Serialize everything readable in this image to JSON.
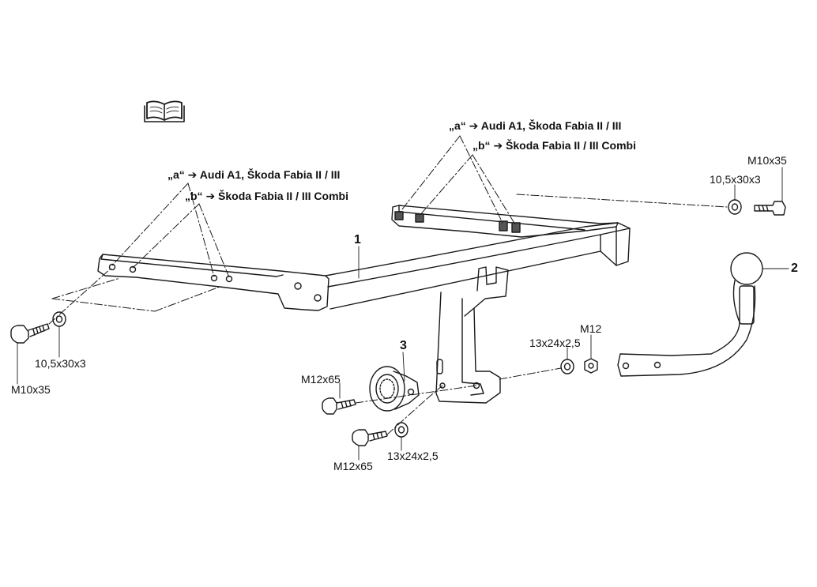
{
  "diagram": {
    "variant_labels_left": {
      "a": "„a“ ➔ Audi A1, Škoda Fabia II / III",
      "b": "„b“ ➔ Škoda Fabia II / III Combi"
    },
    "variant_labels_right": {
      "a": "„a“ ➔ Audi A1, Škoda Fabia II / III",
      "b": "„b“ ➔ Škoda Fabia II / III Combi"
    },
    "part_numbers": {
      "crossbar": "1",
      "ball": "2",
      "socket_plate": "3"
    },
    "hardware": {
      "left_bolt": "M10x35",
      "left_washer": "10,5x30x3",
      "right_bolt": "M10x35",
      "right_washer": "10,5x30x3",
      "plate_bolt": "M12x65",
      "lower_bolt": "M12x65",
      "lower_washer": "13x24x2,5",
      "nut_washer": "13x24x2,5",
      "nut": "M12"
    },
    "icons": {
      "manual": "open-book-icon"
    },
    "line_color": "#1a1a1a"
  }
}
